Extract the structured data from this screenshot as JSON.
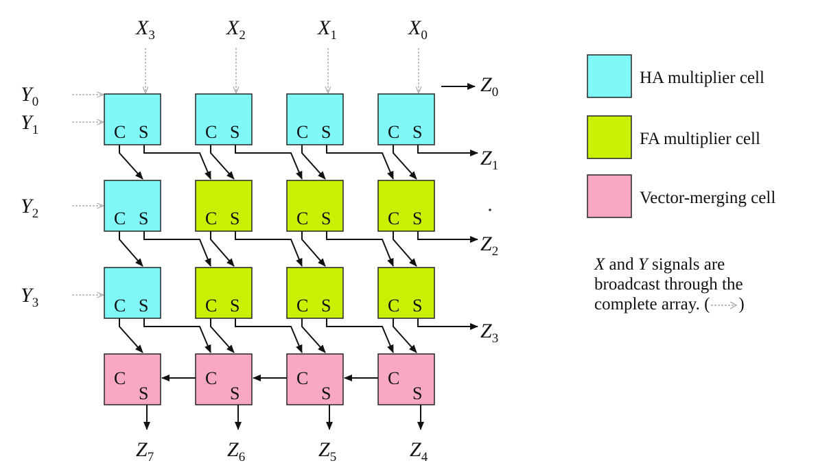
{
  "grid": {
    "rows": [
      {
        "y_input": "Y",
        "y_sub": "0",
        "y_input2": "Y",
        "y_sub2": "1",
        "cells": [
          "HA",
          "HA",
          "HA",
          "HA"
        ]
      },
      {
        "y_input": "Y",
        "y_sub": "2",
        "cells": [
          "HA",
          "FA",
          "FA",
          "FA"
        ]
      },
      {
        "y_input": "Y",
        "y_sub": "3",
        "cells": [
          "HA",
          "FA",
          "FA",
          "FA"
        ]
      },
      {
        "cells": [
          "VM",
          "VM",
          "VM",
          "VM"
        ]
      }
    ],
    "cell_carry_label": "C",
    "cell_sum_label": "S"
  },
  "x_inputs": [
    {
      "name": "X",
      "sub": "3"
    },
    {
      "name": "X",
      "sub": "2"
    },
    {
      "name": "X",
      "sub": "1"
    },
    {
      "name": "X",
      "sub": "0"
    }
  ],
  "right_outputs": [
    {
      "name": "Z",
      "sub": "0"
    },
    {
      "name": "Z",
      "sub": "1"
    },
    {
      "name": "Z",
      "sub": "2"
    },
    {
      "name": "Z",
      "sub": "3"
    }
  ],
  "bottom_outputs": [
    {
      "name": "Z",
      "sub": "7"
    },
    {
      "name": "Z",
      "sub": "6"
    },
    {
      "name": "Z",
      "sub": "5"
    },
    {
      "name": "Z",
      "sub": "4"
    }
  ],
  "colors": {
    "HA": "#80f8f8",
    "FA": "#c8f000",
    "VM": "#f8a8c0",
    "broadcast_arrow": "#b0b0b0",
    "signal_arrow": "#111111"
  },
  "legend": [
    {
      "kind": "HA",
      "label": "HA multiplier cell"
    },
    {
      "kind": "FA",
      "label": "FA multiplier cell"
    },
    {
      "kind": "VM",
      "label": "Vector-merging cell"
    }
  ],
  "note": {
    "x": "X",
    "and": " and ",
    "y": "Y",
    "line1_rest": " signals are",
    "line2": "broadcast through the",
    "line3": "complete array. (",
    "line3_end": ")"
  }
}
